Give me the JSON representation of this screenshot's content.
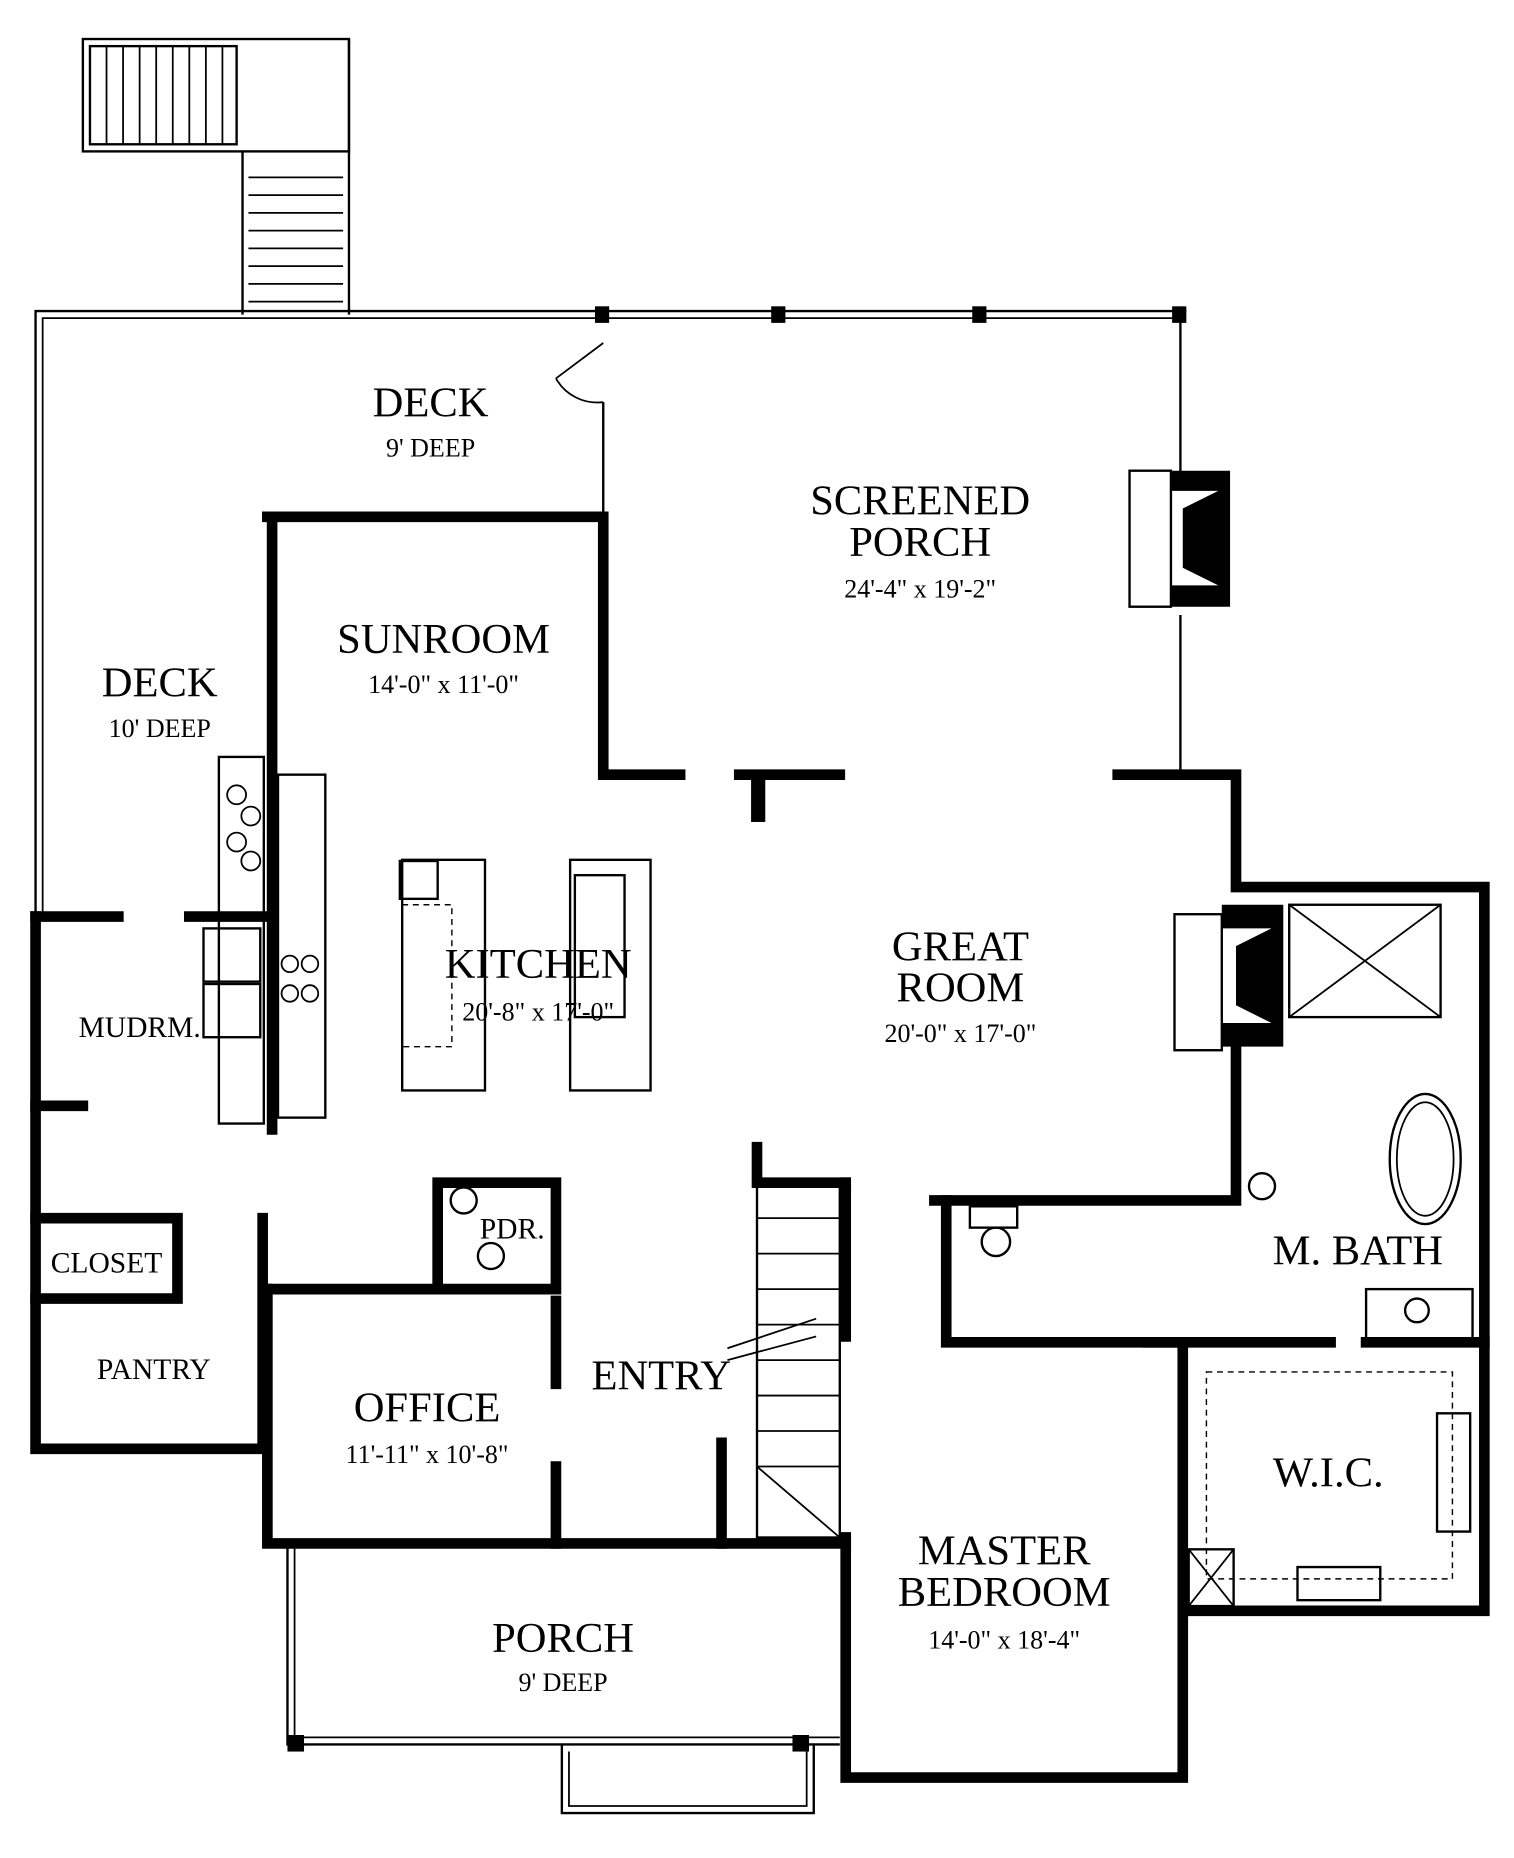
{
  "rooms": {
    "deck_rear": {
      "name": "DECK",
      "size": "9' DEEP"
    },
    "screened_porch": {
      "name1": "SCREENED",
      "name2": "PORCH",
      "size": "24'-4\" x 19'-2\""
    },
    "sunroom": {
      "name": "SUNROOM",
      "size": "14'-0\" x 11'-0\""
    },
    "deck_side": {
      "name": "DECK",
      "size": "10' DEEP"
    },
    "kitchen": {
      "name": "KITCHEN",
      "size": "20'-8\" x 17'-0\""
    },
    "great_room": {
      "name1": "GREAT",
      "name2": "ROOM",
      "size": "20'-0\" x 17'-0\""
    },
    "mudroom": {
      "name": "MUDRM."
    },
    "closet": {
      "name": "CLOSET"
    },
    "powder": {
      "name": "PDR."
    },
    "pantry": {
      "name": "PANTRY"
    },
    "entry": {
      "name": "ENTRY"
    },
    "office": {
      "name": "OFFICE",
      "size": "11'-11\" x 10'-8\""
    },
    "master_bath": {
      "name": "M. BATH"
    },
    "wic": {
      "name": "W.I.C."
    },
    "master_bedroom": {
      "name1": "MASTER",
      "name2": "BEDROOM",
      "size": "14'-0\" x 18'-4\""
    },
    "porch": {
      "name": "PORCH",
      "size": "9' DEEP"
    }
  }
}
